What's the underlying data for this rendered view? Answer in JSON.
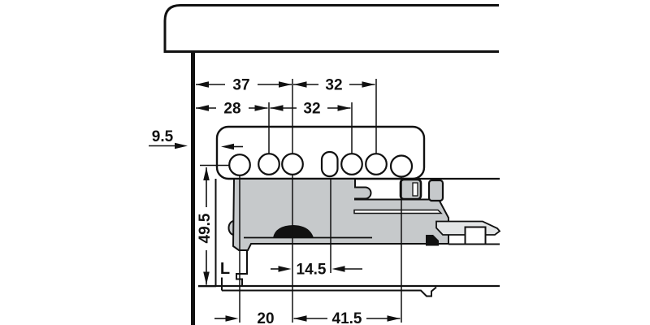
{
  "title": "Drawer runner installation side-view drawing",
  "drawing": {
    "labels": {
      "runner_side": "L"
    },
    "dimensions": {
      "row1_left": "37",
      "row1_right": "32",
      "row2_left": "28",
      "row2_right": "32",
      "side_offset": "9.5",
      "vertical_height": "49.5",
      "slot_offset": "14.5",
      "bottom_left": "20",
      "bottom_right": "41.5"
    },
    "colors": {
      "line": "#111111",
      "part_gray": "#c6c9cb",
      "part_light": "#e3e5e6",
      "background": "#ffffff"
    }
  }
}
